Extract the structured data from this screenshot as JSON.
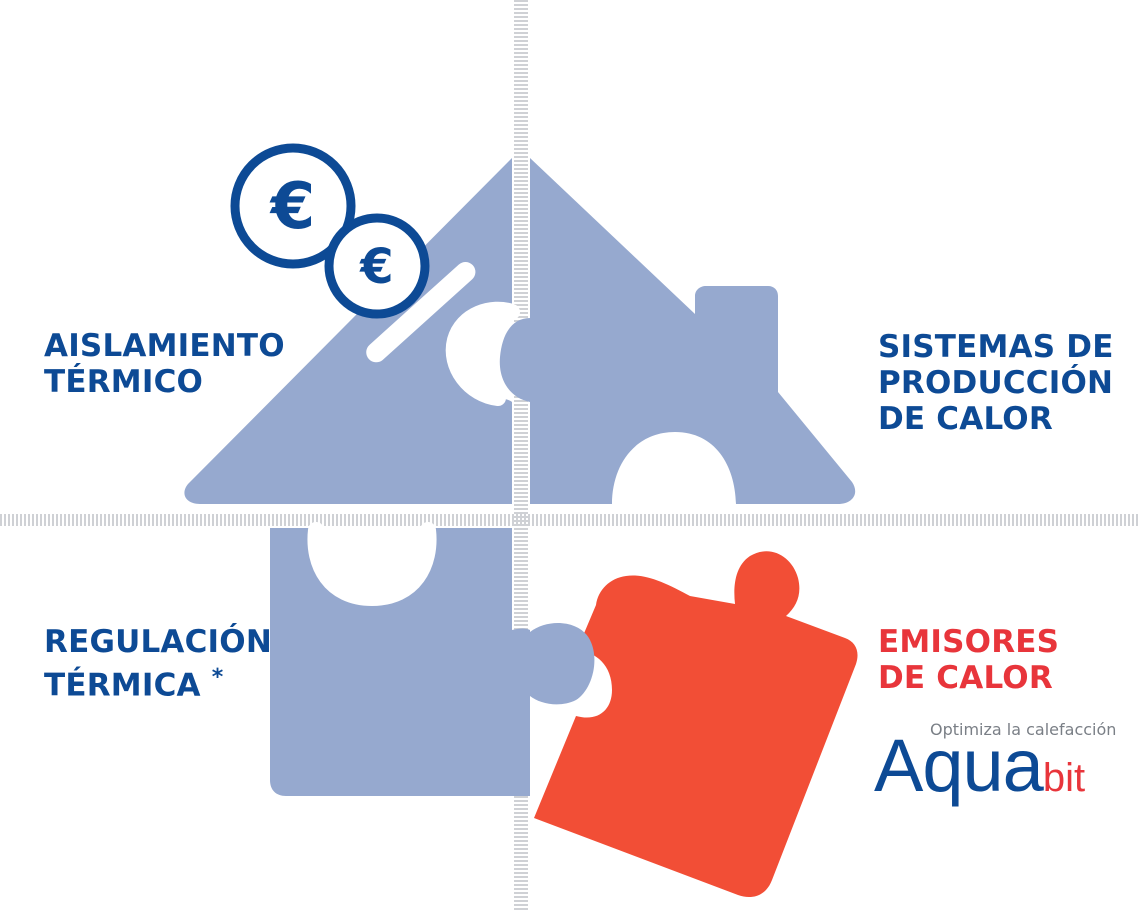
{
  "labels": {
    "top_left": [
      "AISLAMIENTO",
      "TÉRMICO"
    ],
    "top_right": [
      "SISTEMAS DE",
      "PRODUCCIÓN",
      "DE CALOR"
    ],
    "bottom_left": [
      "REGULACIÓN",
      "TÉRMICA"
    ],
    "bottom_left_mark": "*",
    "bottom_right": [
      "EMISORES",
      "DE CALOR"
    ]
  },
  "coins": {
    "large_symbol": "€",
    "small_symbol": "€"
  },
  "brand": {
    "tagline": "Optimiza la calefacción",
    "name_primary": "Aqua",
    "name_secondary": "bit"
  },
  "colors": {
    "house": "#96a9cf",
    "highlight_piece": "#f24e36",
    "primary_text": "#0d4a95",
    "accent_text": "#e8353b",
    "divider": "#d9dadd"
  }
}
